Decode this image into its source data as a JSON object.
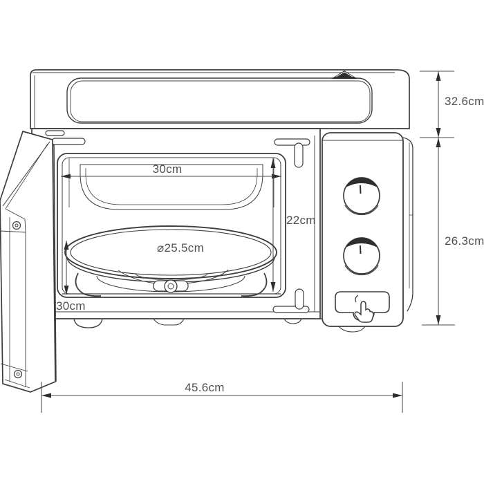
{
  "diagram": {
    "kind": "microwave-oven-dimension-drawing",
    "dimensions": {
      "interior_width": "30cm",
      "interior_height": "22cm",
      "interior_depth": "30cm",
      "turntable_diameter": "⌀25.5cm",
      "overall_width": "45.6cm",
      "upper_section": "32.6cm",
      "lower_section": "26.3cm"
    },
    "colors": {
      "background": "#ffffff",
      "line": "#3d3d3d",
      "dimension_line": "#4a4a4a",
      "label_text": "#4f4f4f",
      "dark_fill": "#2e2e2e"
    },
    "icons": {
      "press_button": "press-finger-icon",
      "top_vent": "vent-triangle-icon"
    }
  }
}
